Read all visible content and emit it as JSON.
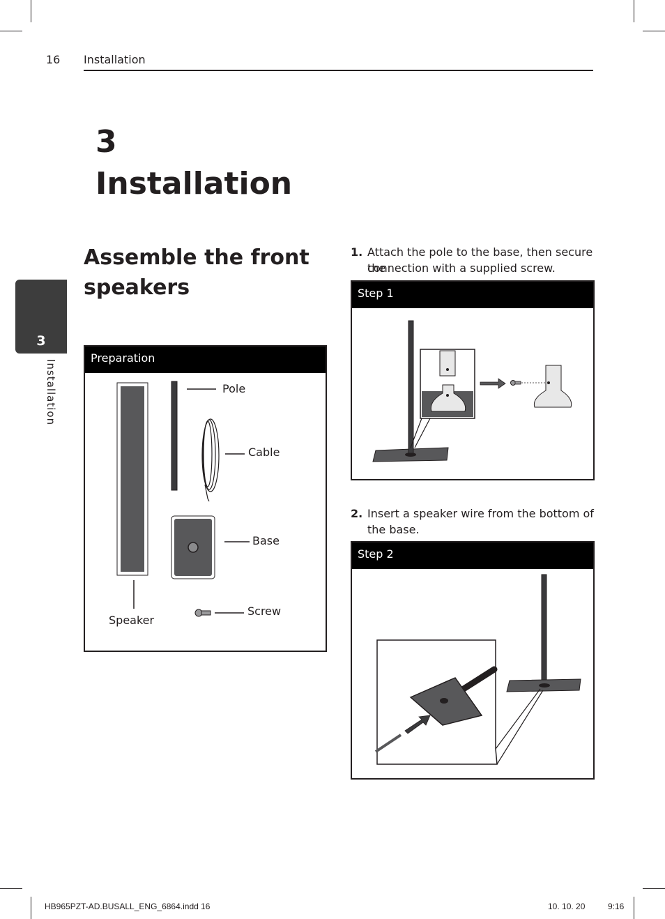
{
  "header": {
    "page_number": "16",
    "section": "Installation"
  },
  "chapter": {
    "number": "3",
    "title": "Installation"
  },
  "side_tab": {
    "number": "3",
    "label": "Installation"
  },
  "section_title": "Assemble the front speakers",
  "preparation": {
    "title": "Preparation",
    "labels": {
      "pole": "Pole",
      "cable": "Cable",
      "base": "Base",
      "screw": "Screw",
      "speaker": "Speaker"
    }
  },
  "steps": [
    {
      "number": "1.",
      "line1": "Attach the pole to the base, then secure the",
      "line2": "connection with a supplied screw.",
      "box_title": "Step 1"
    },
    {
      "number": "2.",
      "line1": "Insert a speaker wire from the bottom of",
      "line2": "the base.",
      "box_title": "Step 2"
    }
  ],
  "footer": {
    "file": "HB965PZT-AD.BUSALL_ENG_6864.indd   16",
    "date": "10. 10. 20",
    "time": "9:16"
  },
  "colors": {
    "tab": "#3d3d3d",
    "header_bar": "#000000",
    "part_fill": "#58585a"
  }
}
